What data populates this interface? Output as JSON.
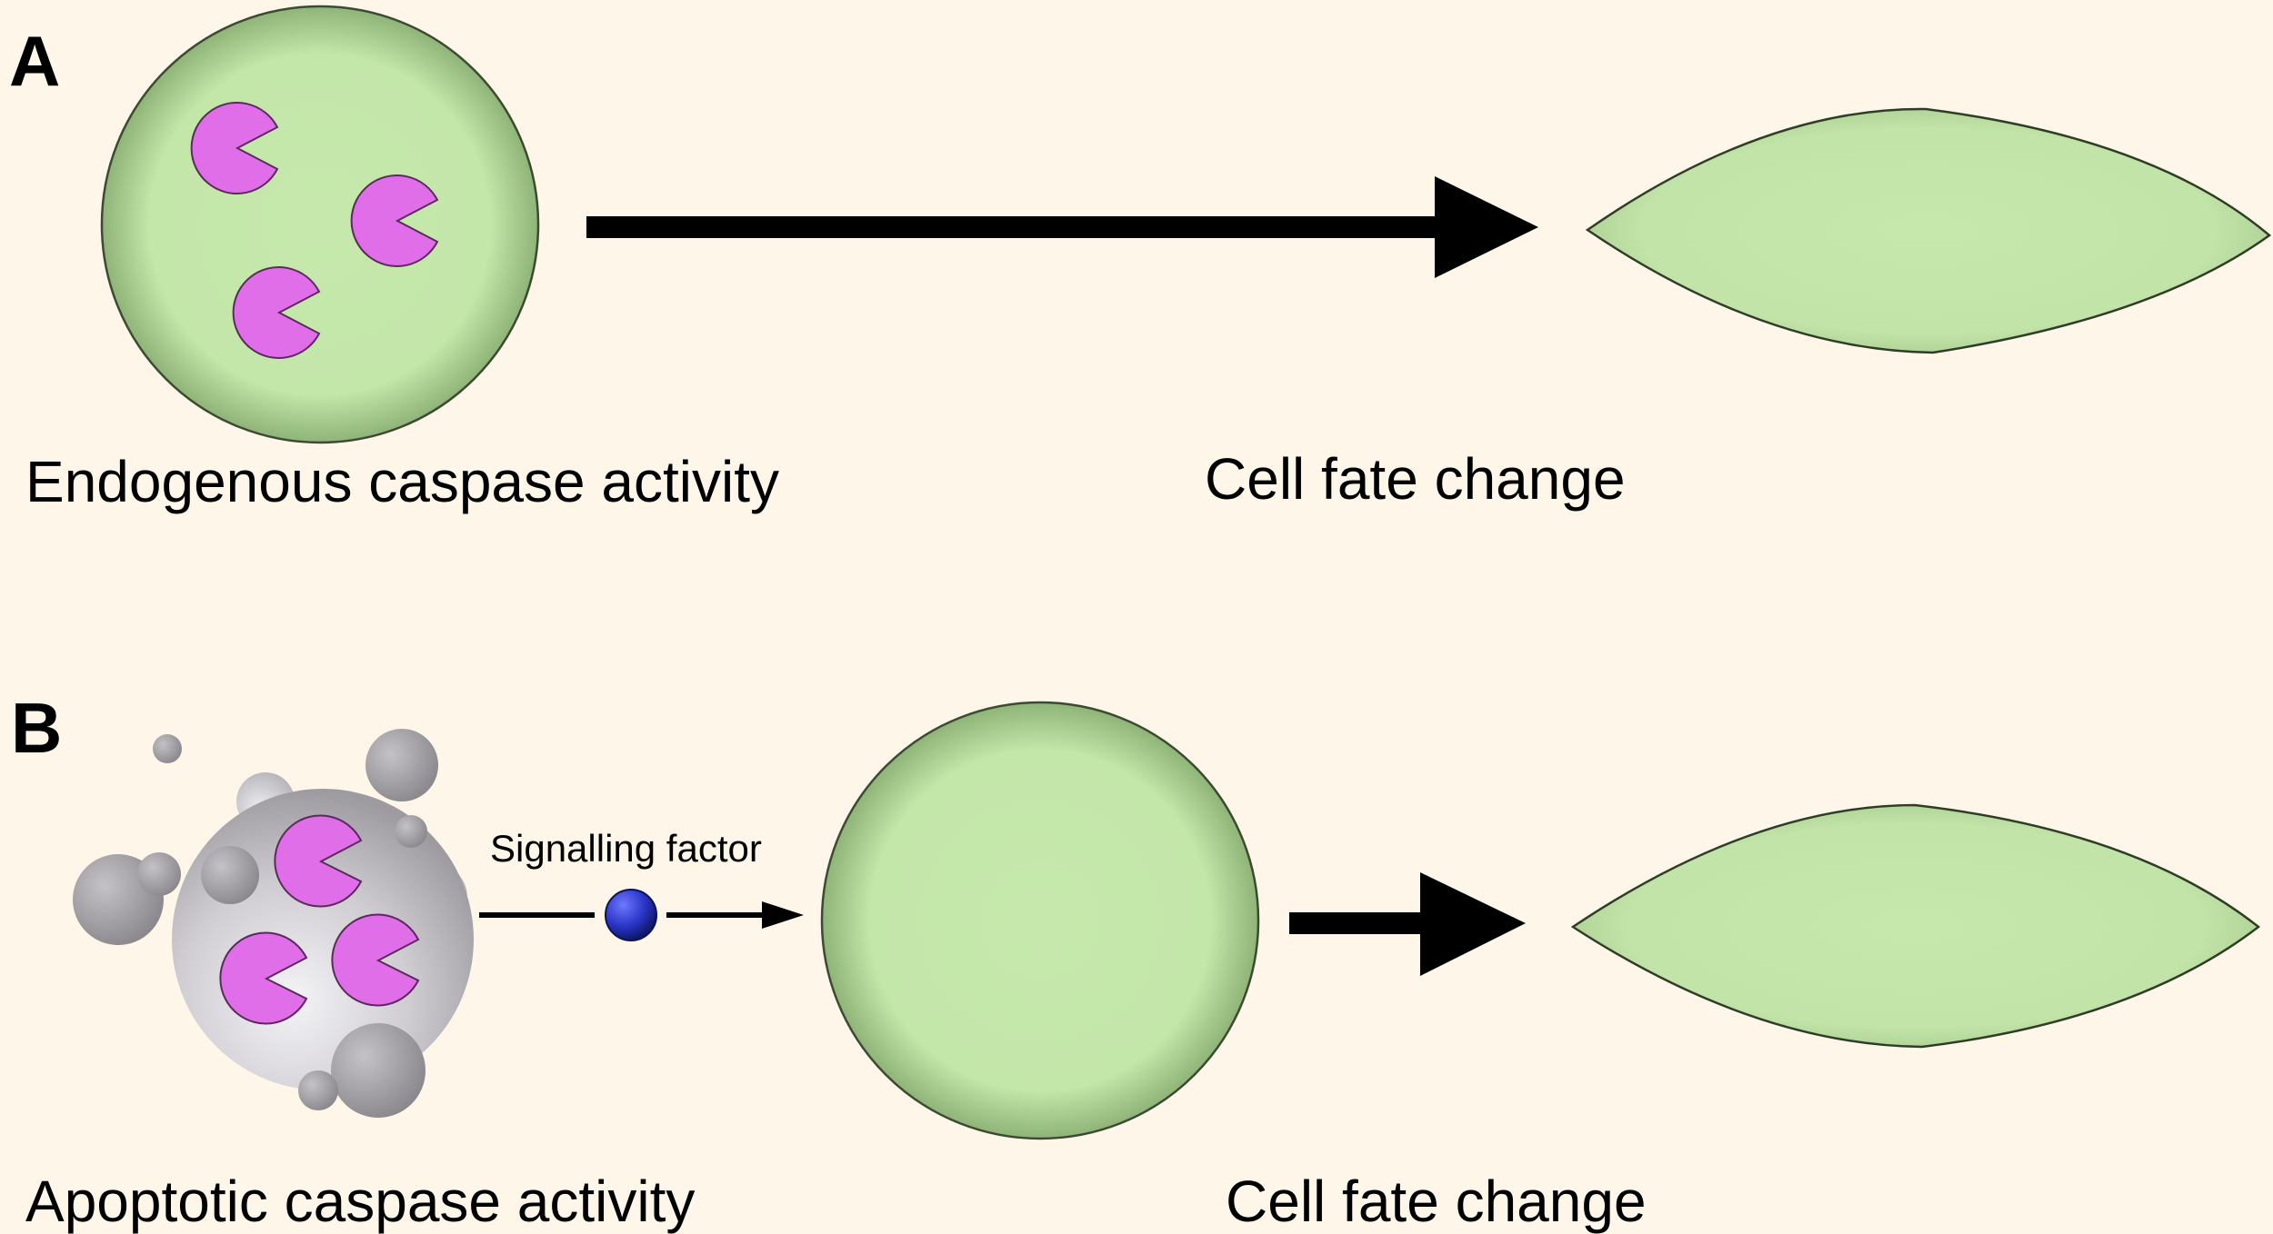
{
  "panels": {
    "a": {
      "letter": "A",
      "left_caption": "Endogenous caspase activity",
      "right_caption": "Cell fate change"
    },
    "b": {
      "letter": "B",
      "left_caption": "Apoptotic caspase activity",
      "signal_label": "Signalling factor",
      "right_caption": "Cell fate change"
    }
  },
  "colors": {
    "background": "#fef6e8",
    "cell_fill": "#c6e8ac",
    "cell_edge": "#4e6e3a",
    "caspase": "#e06ee8",
    "apoptotic_body": "#a9a7ab",
    "signal_molecule": "#2a35c8",
    "arrow": "#000000"
  },
  "icons": {
    "caspase": "pacman-icon",
    "signal": "blue-sphere-icon"
  }
}
